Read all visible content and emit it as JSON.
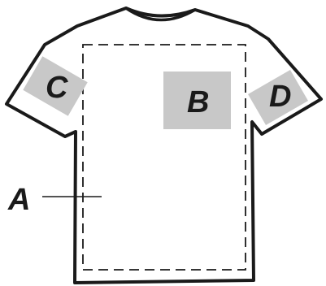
{
  "colors": {
    "outline": "#1a1a1a",
    "print_area_fill": "#c8c8c8",
    "background": "#ffffff"
  },
  "labels": {
    "a": "A",
    "b": "B",
    "c": "C",
    "d": "D"
  }
}
